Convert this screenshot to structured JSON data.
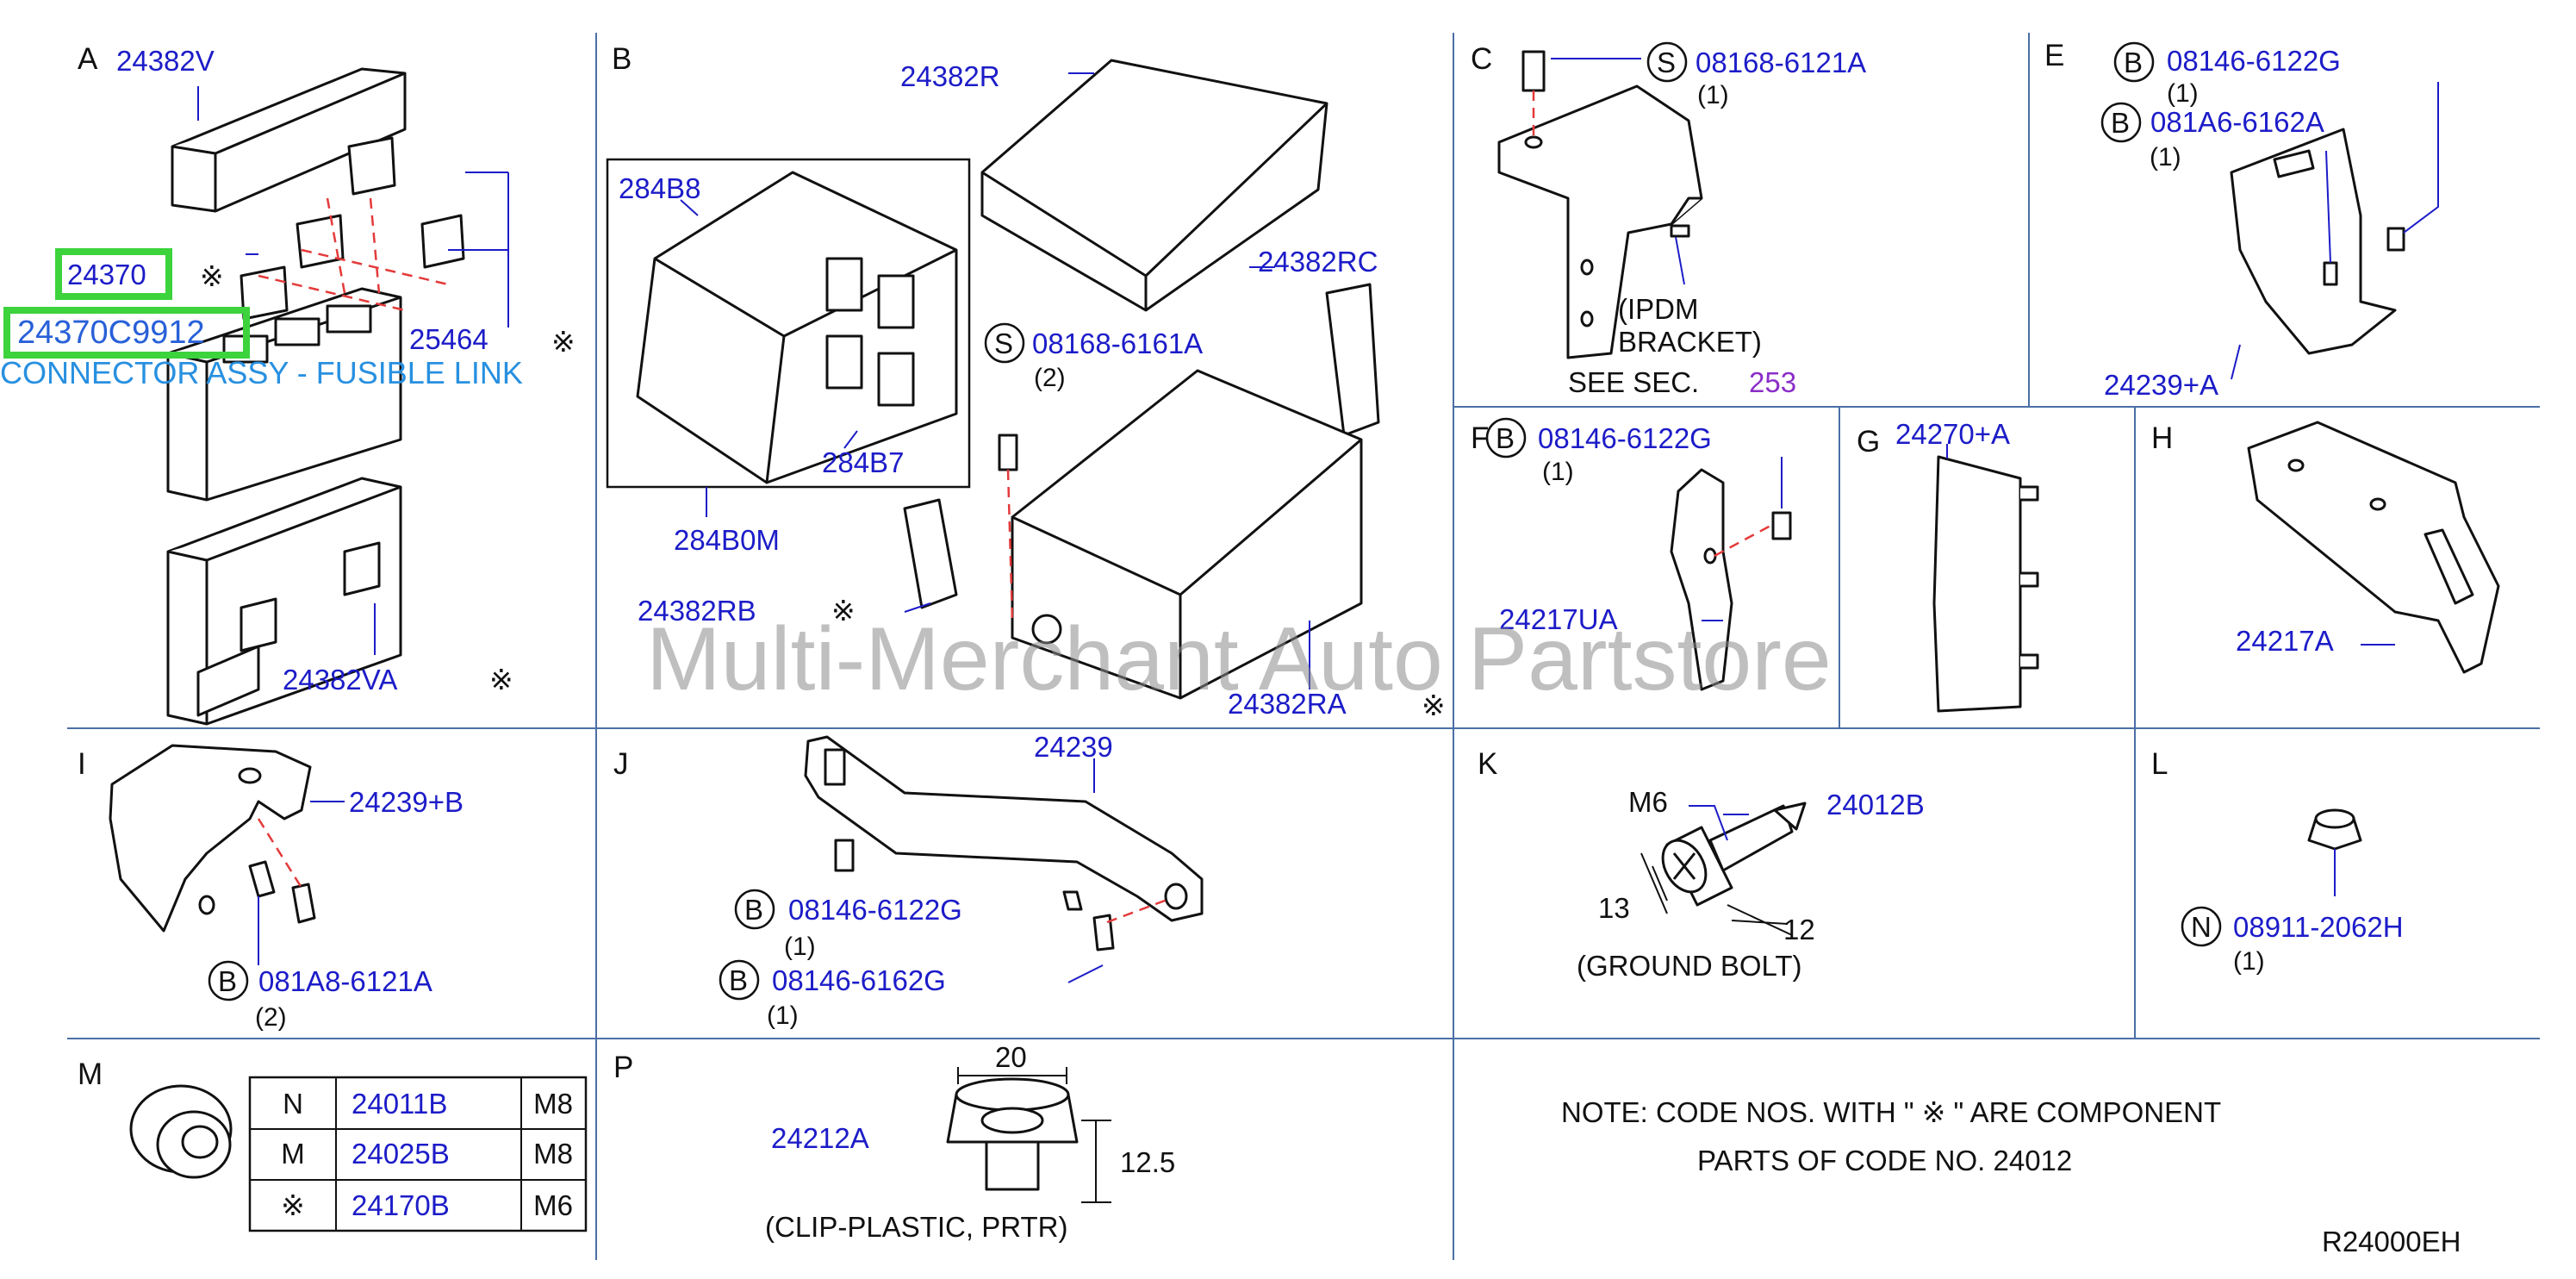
{
  "diagram_code": "R24000EH",
  "watermark": "Multi-Merchant Auto Partstore",
  "note": {
    "line1": "NOTE:   CODE  NOS.  WITH  \" ※   \"  ARE  COMPONENT",
    "line2": "PARTS  OF  CODE  NO.  24012"
  },
  "sections": {
    "A": {
      "letter": "A",
      "parts": {
        "p24382V": "24382V",
        "p24370": "24370",
        "p24370C9912": "24370C9912",
        "connector_label": "CONNECTOR ASSY - FUSIBLE LINK",
        "p25464": "25464",
        "p24382VA": "24382VA"
      }
    },
    "B": {
      "letter": "B",
      "parts": {
        "p24382R": "24382R",
        "p284B8": "284B8",
        "p284B7": "284B7",
        "p284B0M": "284B0M",
        "p24382RC": "24382RC",
        "p08168_6161A": "08168-6161A",
        "q08168_6161A": "(2)",
        "p24382RB": "24382RB",
        "p24382RA": "24382RA"
      }
    },
    "C": {
      "letter": "C",
      "parts": {
        "p08168_6121A": "08168-6121A",
        "q08168_6121A": "(1)",
        "ipdm1": "(IPDM",
        "ipdm2": "BRACKET)",
        "see_sec": "SEE   SEC.",
        "sec_no": "253"
      }
    },
    "E": {
      "letter": "E",
      "parts": {
        "p08146_6122G": "08146-6122G",
        "q08146_6122G": "(1)",
        "p081A6_6162A": "081A6-6162A",
        "q081A6_6162A": "(1)",
        "p24239A": "24239+A"
      }
    },
    "F": {
      "letter": "F",
      "parts": {
        "p08146_6122G": "08146-6122G",
        "q08146_6122G": "(1)",
        "p24217UA": "24217UA"
      }
    },
    "G": {
      "letter": "G",
      "parts": {
        "p24270A": "24270+A"
      }
    },
    "H": {
      "letter": "H",
      "parts": {
        "p24217A": "24217A"
      }
    },
    "I": {
      "letter": "I",
      "parts": {
        "p24239B": "24239+B",
        "p081A8_6121A": "081A8-6121A",
        "q081A8_6121A": "(2)"
      }
    },
    "J": {
      "letter": "J",
      "parts": {
        "p24239": "24239",
        "p08146_6122G": "08146-6122G",
        "q08146_6122G": "(1)",
        "p08146_6162G": "08146-6162G",
        "q08146_6162G": "(1)"
      }
    },
    "K": {
      "letter": "K",
      "parts": {
        "m6": "M6",
        "p24012B": "24012B",
        "dim13": "13",
        "dim12": "12",
        "ground": "(GROUND  BOLT)"
      }
    },
    "L": {
      "letter": "L",
      "parts": {
        "p08911_2062H": "08911-2062H",
        "q08911_2062H": "(1)"
      }
    },
    "M": {
      "letter": "M",
      "table": [
        {
          "code": "N",
          "part": "24011B",
          "size": "M8"
        },
        {
          "code": "M",
          "part": "24025B",
          "size": "M8"
        },
        {
          "code": "※",
          "part": "24170B",
          "size": "M6"
        }
      ]
    },
    "P": {
      "letter": "P",
      "parts": {
        "p24212A": "24212A",
        "dim20": "20",
        "dim12_5": "12.5",
        "clip": "(CLIP-PLASTIC,  PRTR)"
      }
    }
  },
  "symbols": {
    "kome": "※",
    "bolt_B": "B",
    "bolt_S": "S",
    "bolt_N": "N"
  }
}
